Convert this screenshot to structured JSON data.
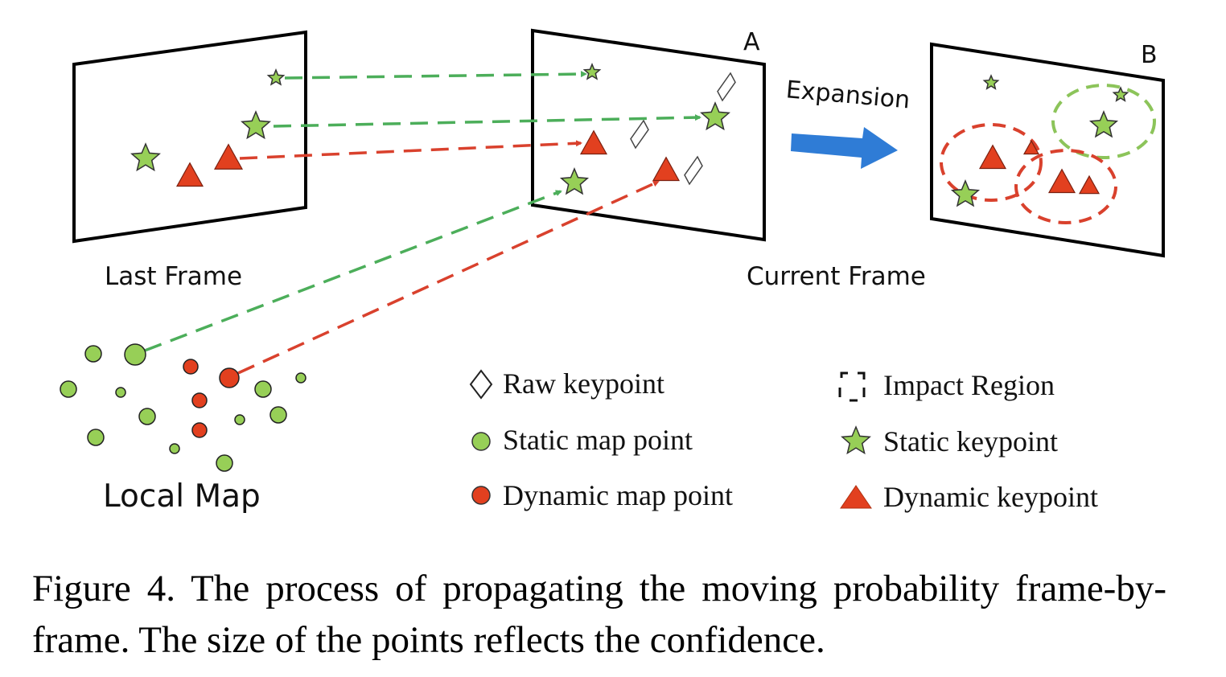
{
  "colors": {
    "static": "#97cf57",
    "static_line": "#4cae5a",
    "dynamic": "#e2401f",
    "dynamic_line": "#d9412d",
    "impact_static": "#8cc45a",
    "arrow_blue": "#2f7cd6",
    "frame": "#000000",
    "outline": "#333333"
  },
  "labels": {
    "last_frame": "Last Frame",
    "current_frame": "Current Frame",
    "local_map": "Local Map",
    "frame_a": "A",
    "frame_b": "B",
    "expansion": "Expansion"
  },
  "legend": [
    {
      "symbol": "raw-keypoint",
      "label": "Raw keypoint"
    },
    {
      "symbol": "static-map-point",
      "label": "Static map point"
    },
    {
      "symbol": "dynamic-map-point",
      "label": "Dynamic map point"
    },
    {
      "symbol": "impact-region",
      "label": "Impact Region"
    },
    {
      "symbol": "static-keypoint",
      "label": "Static keypoint"
    },
    {
      "symbol": "dynamic-keypoint",
      "label": "Dynamic keypoint"
    }
  ],
  "caption": "Figure 4. The process of propagating the moving probability frame-by-frame. The size of the points reflects the confidence."
}
